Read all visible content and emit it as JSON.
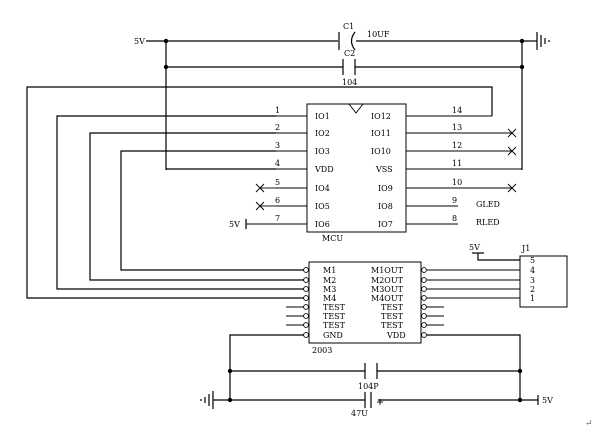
{
  "labels": {
    "vcc_top": "5V",
    "c1_name": "C1",
    "c1_value": "10UF",
    "c2_name": "C2",
    "c2_value": "104",
    "vcc_mcu_pin7": "5V",
    "vcc_j1": "5V",
    "j1_name": "J1",
    "c_bottom_value": "104P",
    "c_bottom_elec_value": "47U",
    "vcc_bottom": "5V",
    "led_green": "GLED",
    "led_red": "RLED",
    "return_mark": "↵"
  },
  "mcu": {
    "name": "MCU",
    "left_pins": [
      {
        "num": "1",
        "name": "IO1"
      },
      {
        "num": "2",
        "name": "IO2"
      },
      {
        "num": "3",
        "name": "IO3"
      },
      {
        "num": "4",
        "name": "VDD"
      },
      {
        "num": "5",
        "name": "IO4"
      },
      {
        "num": "6",
        "name": "IO5"
      },
      {
        "num": "7",
        "name": "IO6"
      }
    ],
    "right_pins": [
      {
        "num": "14",
        "name": "IO12"
      },
      {
        "num": "13",
        "name": "IO11"
      },
      {
        "num": "12",
        "name": "IO10"
      },
      {
        "num": "11",
        "name": "VSS"
      },
      {
        "num": "10",
        "name": "IO9"
      },
      {
        "num": "9",
        "name": "IO8"
      },
      {
        "num": "8",
        "name": "IO7"
      }
    ]
  },
  "driver": {
    "name": "2003",
    "left_pins": [
      "M1",
      "M2",
      "M3",
      "M4",
      "TEST",
      "TEST",
      "TEST",
      "GND"
    ],
    "right_pins": [
      "M1OUT",
      "M2OUT",
      "M3OUT",
      "M4OUT",
      "TEST",
      "TEST",
      "TEST",
      "VDD"
    ]
  },
  "connector": {
    "pins": [
      "5",
      "4",
      "3",
      "2",
      "1"
    ]
  }
}
